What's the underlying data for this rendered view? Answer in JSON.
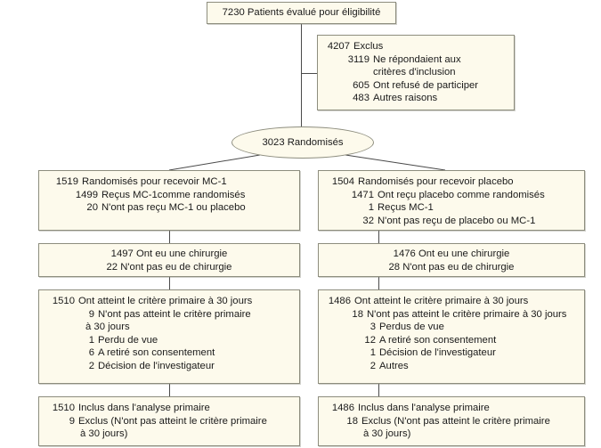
{
  "diagram": {
    "title": "CONSORT participant flow diagram",
    "colors": {
      "box_fill": "#fdfaec",
      "box_border": "#8d8d7e",
      "connector": "#4a4a4a",
      "text": "#1a1a1a"
    },
    "enrollment": {
      "assessed": {
        "count": "7230",
        "label": "Patients évalué pour éligibilité",
        "text": "7230 Patients évalué pour éligibilité"
      },
      "excluded": {
        "heading_count": "4207",
        "heading_label": "Exclus",
        "reasons": [
          {
            "count": "3119",
            "label": "Ne répondaient aux",
            "continuation": "critères d'inclusion"
          },
          {
            "count": "605",
            "label": "Ont refusé de participer"
          },
          {
            "count": "483",
            "label": "Autres raisons"
          }
        ]
      },
      "randomized": {
        "count": "3023",
        "label": "Randomisés",
        "text": "3023 Randomisés"
      }
    },
    "arms": [
      {
        "id": "mc1",
        "allocation": {
          "heading_count": "1519",
          "heading_label": "Randomisés pour recevoir MC-1",
          "items": [
            {
              "count": "1499",
              "label": "Reçus MC-1comme randomisés"
            },
            {
              "count": "20",
              "label": "N'ont pas reçu MC-1 ou placebo"
            }
          ]
        },
        "surgery": {
          "lines": [
            "1497 Ont eu une chirurgie",
            "22 N'ont pas eu de chirurgie"
          ]
        },
        "followup": {
          "heading_count": "1510",
          "heading_label": "Ont atteint le critère primaire à 30 jours",
          "items": [
            {
              "count": "9",
              "label": "N'ont pas atteint le critère primaire",
              "continuation": "à 30 jours"
            },
            {
              "count": "1",
              "label": "Perdu de vue",
              "indent": 2
            },
            {
              "count": "6",
              "label": "A retiré son consentement",
              "indent": 2
            },
            {
              "count": "2",
              "label": "Décision de l'investigateur",
              "indent": 2
            }
          ]
        },
        "analysis": {
          "heading_count": "1510",
          "heading_label": "Inclus dans l'analyse primaire",
          "items": [
            {
              "count": "9",
              "label": "Exclus (N'ont pas atteint le critère primaire",
              "continuation": "à 30 jours)"
            }
          ]
        }
      },
      {
        "id": "placebo",
        "allocation": {
          "heading_count": "1504",
          "heading_label": "Randomisés pour recevoir placebo",
          "items": [
            {
              "count": "1471",
              "label": "Ont reçu placebo comme randomisés"
            },
            {
              "count": "1",
              "label": "Reçus MC-1"
            },
            {
              "count": "32",
              "label": "N'ont pas reçu de placebo ou MC-1"
            }
          ]
        },
        "surgery": {
          "lines": [
            "1476 Ont eu une chirurgie",
            "28 N'ont pas eu de chirurgie"
          ]
        },
        "followup": {
          "heading_count": "1486",
          "heading_label": "Ont atteint le critère primaire à 30 jours",
          "items": [
            {
              "count": "18",
              "label": "N'ont pas atteint le critère primaire à 30 jours"
            },
            {
              "count": "3",
              "label": "Perdus de vue",
              "indent": 2
            },
            {
              "count": "12",
              "label": "A retiré son consentement",
              "indent": 2
            },
            {
              "count": "1",
              "label": "Décision de l'investigateur",
              "indent": 2
            },
            {
              "count": "2",
              "label": "Autres",
              "indent": 2
            }
          ]
        },
        "analysis": {
          "heading_count": "1486",
          "heading_label": "Inclus dans l'analyse primaire",
          "items": [
            {
              "count": "18",
              "label": "Exclus (N'ont pas atteint le critère primaire",
              "continuation": "à 30 jours)"
            }
          ]
        }
      }
    ]
  }
}
